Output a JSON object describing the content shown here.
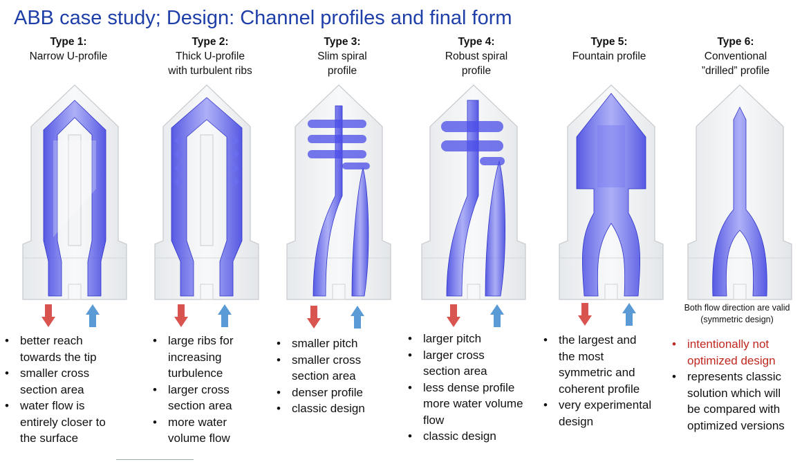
{
  "title": "ABB case study; Design: Channel profiles and final form",
  "columns": [
    {
      "type": "Type 1:",
      "label_lines": [
        "Narrow U-profile"
      ],
      "bullets": [
        {
          "text": "better reach towards the tip",
          "lines": [
            "better reach",
            "towards the tip"
          ]
        },
        {
          "text": "smaller cross section area",
          "lines": [
            "smaller cross",
            "section area"
          ]
        },
        {
          "text": "water flow is entirely closer to the surface",
          "lines": [
            "water flow is",
            "entirely closer to",
            "the surface"
          ]
        }
      ]
    },
    {
      "type": "Type 2:",
      "label_lines": [
        "Thick U-profile",
        "with turbulent ribs"
      ],
      "bullets": [
        {
          "text": "large ribs for increasing turbulence",
          "lines": [
            "large ribs for",
            "increasing",
            "turbulence"
          ]
        },
        {
          "text": "larger cross section area",
          "lines": [
            "larger cross",
            "section area"
          ]
        },
        {
          "text": "more water volume flow",
          "lines": [
            "more water",
            "volume flow"
          ]
        }
      ]
    },
    {
      "type": "Type 3:",
      "label_lines": [
        "Slim spiral",
        "profile"
      ],
      "bullets": [
        {
          "text": "smaller pitch",
          "lines": [
            "smaller pitch"
          ]
        },
        {
          "text": "smaller cross section area",
          "lines": [
            "smaller cross",
            "section area"
          ]
        },
        {
          "text": "denser profile",
          "lines": [
            "denser profile"
          ]
        },
        {
          "text": "classic design",
          "lines": [
            "classic design"
          ]
        }
      ]
    },
    {
      "type": "Type 4:",
      "label_lines": [
        "Robust spiral",
        "profile"
      ],
      "bullets": [
        {
          "text": "larger pitch",
          "lines": [
            "larger pitch"
          ]
        },
        {
          "text": "larger cross section area",
          "lines": [
            "larger cross",
            "section area"
          ]
        },
        {
          "text": "less dense profile more water volume flow",
          "lines": [
            "less dense profile",
            "more water volume",
            "flow"
          ]
        },
        {
          "text": "classic design",
          "lines": [
            "classic design"
          ]
        }
      ]
    },
    {
      "type": "Type 5:",
      "label_lines": [
        "Fountain profile"
      ],
      "bullets": [
        {
          "text": "the largest and the most symmetric and coherent profile",
          "lines": [
            "the largest and",
            "the most",
            "symmetric and",
            "coherent profile"
          ]
        },
        {
          "text": "very experimental design",
          "lines": [
            "very experimental",
            "design"
          ]
        }
      ]
    },
    {
      "type": "Type 6:",
      "label_lines": [
        "Conventional",
        "”drilled” profile"
      ],
      "note_lines": [
        "Both flow direction are valid",
        "(symmetric design)"
      ],
      "bullets": [
        {
          "text": "intentionally not optimized design",
          "lines": [
            "intentionally not",
            "optimized design"
          ],
          "red": true
        },
        {
          "text": "represents classic solution which will be compared with optimized versions",
          "lines": [
            "represents classic",
            "solution which will",
            "be compared with",
            "optimized versions"
          ]
        }
      ]
    }
  ],
  "colors": {
    "title": "#1f3fa8",
    "channel": "#4a4de8",
    "arrow_down": "#d9534f",
    "arrow_up": "#5b9bd5",
    "highlight_text": "#c0271f"
  }
}
